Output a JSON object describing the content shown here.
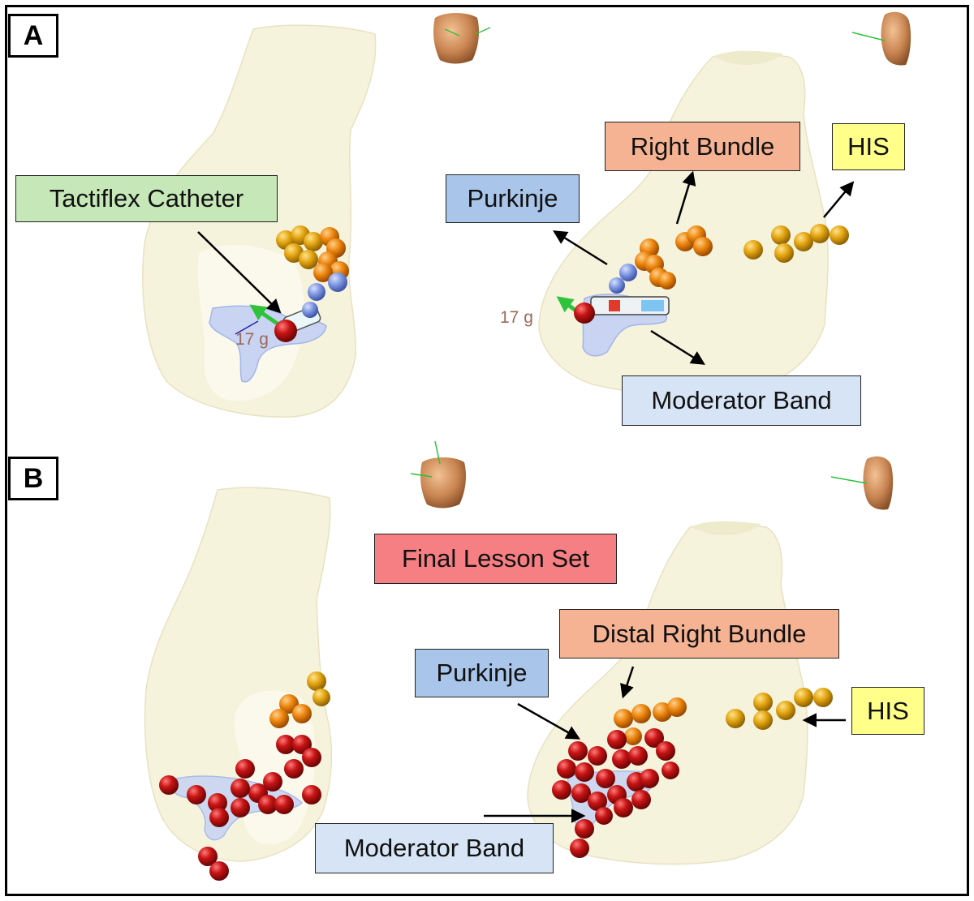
{
  "panels": {
    "a": {
      "letter": "A",
      "mass_left": "17 g",
      "mass_right": "17 g",
      "labels": {
        "tactiflex": "Tactiflex Catheter",
        "purkinje": "Purkinje",
        "right_bundle": "Right Bundle",
        "his": "HIS",
        "moderator_band": "Moderator Band"
      }
    },
    "b": {
      "letter": "B",
      "labels": {
        "final_lesson_set": "Final Lesson Set",
        "distal_right_bundle": "Distal Right Bundle",
        "purkinje": "Purkinje",
        "his": "HIS",
        "moderator_band": "Moderator Band"
      }
    }
  },
  "colors": {
    "green_label": "#c6e7b8",
    "blue_label": "#a9c6ea",
    "orange_label": "#f5b393",
    "yellow_label": "#ffff8a",
    "light_blue_label": "#d6e4f5",
    "red_label": "#f57f82",
    "heart": "#f6f3dd",
    "lesion_red": "#b51212",
    "lesion_orange": "#e8850e",
    "lesion_gold": "#e2a410",
    "purkinje_sphere": "#7f97e2"
  }
}
